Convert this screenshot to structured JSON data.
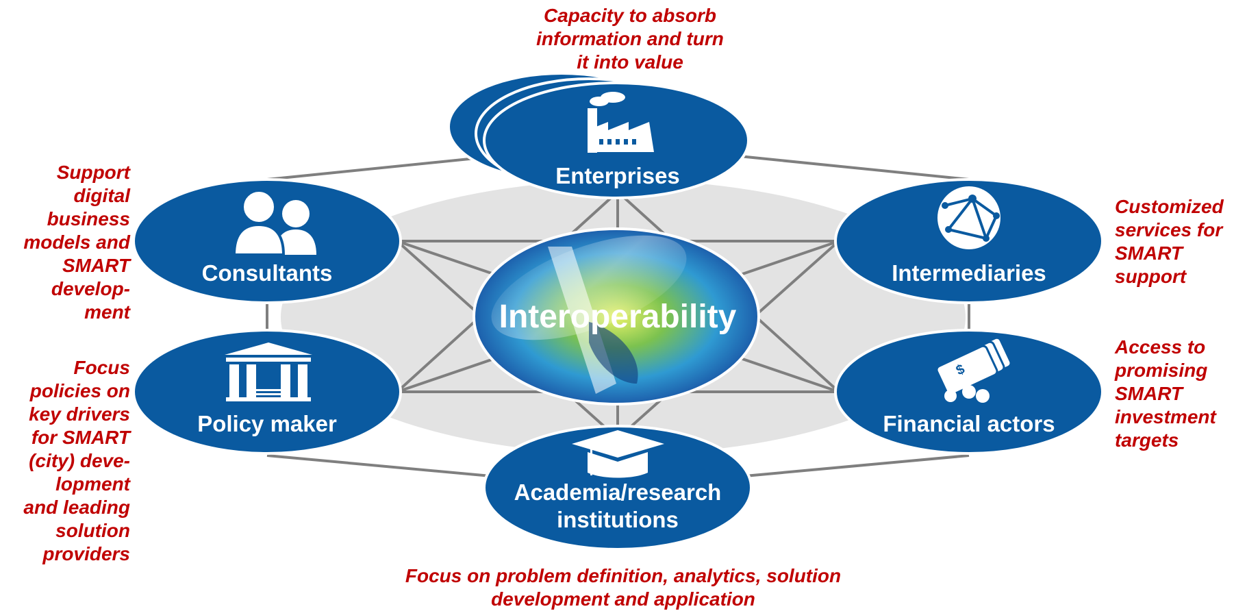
{
  "center": {
    "label": "Interoperability"
  },
  "nodes": {
    "enterprises": {
      "label": "Enterprises",
      "icon": "factory-icon"
    },
    "consultants": {
      "label": "Consultants",
      "icon": "people-icon"
    },
    "intermediaries": {
      "label": "Intermediaries",
      "icon": "globe-network-icon"
    },
    "policy": {
      "label": "Policy maker",
      "icon": "government-building-icon"
    },
    "financial": {
      "label": "Financial actors",
      "icon": "money-icon"
    },
    "academia": {
      "label_line1": "Academia/research",
      "label_line2": "institutions",
      "icon": "graduation-cap-icon"
    }
  },
  "annotations": {
    "enterprises": [
      "Capacity to absorb",
      "information and turn",
      "it into value"
    ],
    "consultants": [
      "Support",
      "digital",
      "business",
      "models and",
      "SMART",
      "develop-",
      "ment"
    ],
    "intermediaries": [
      "Customized",
      "services for",
      "SMART",
      "support"
    ],
    "policy": [
      "Focus",
      "policies on",
      "key drivers",
      "for SMART",
      "(city) deve-",
      "lopment",
      "and leading",
      "solution",
      "providers"
    ],
    "financial": [
      "Access to",
      "promising",
      "SMART",
      "investment",
      "targets"
    ],
    "academia": [
      "Focus on problem definition, analytics, solution",
      "development and application"
    ]
  },
  "colors": {
    "node_fill": "#0a5aa0",
    "node_stroke": "#ffffff",
    "annotation": "#c00000",
    "connector": "#7f7f7f",
    "background_ellipse": "#e3e3e3"
  }
}
